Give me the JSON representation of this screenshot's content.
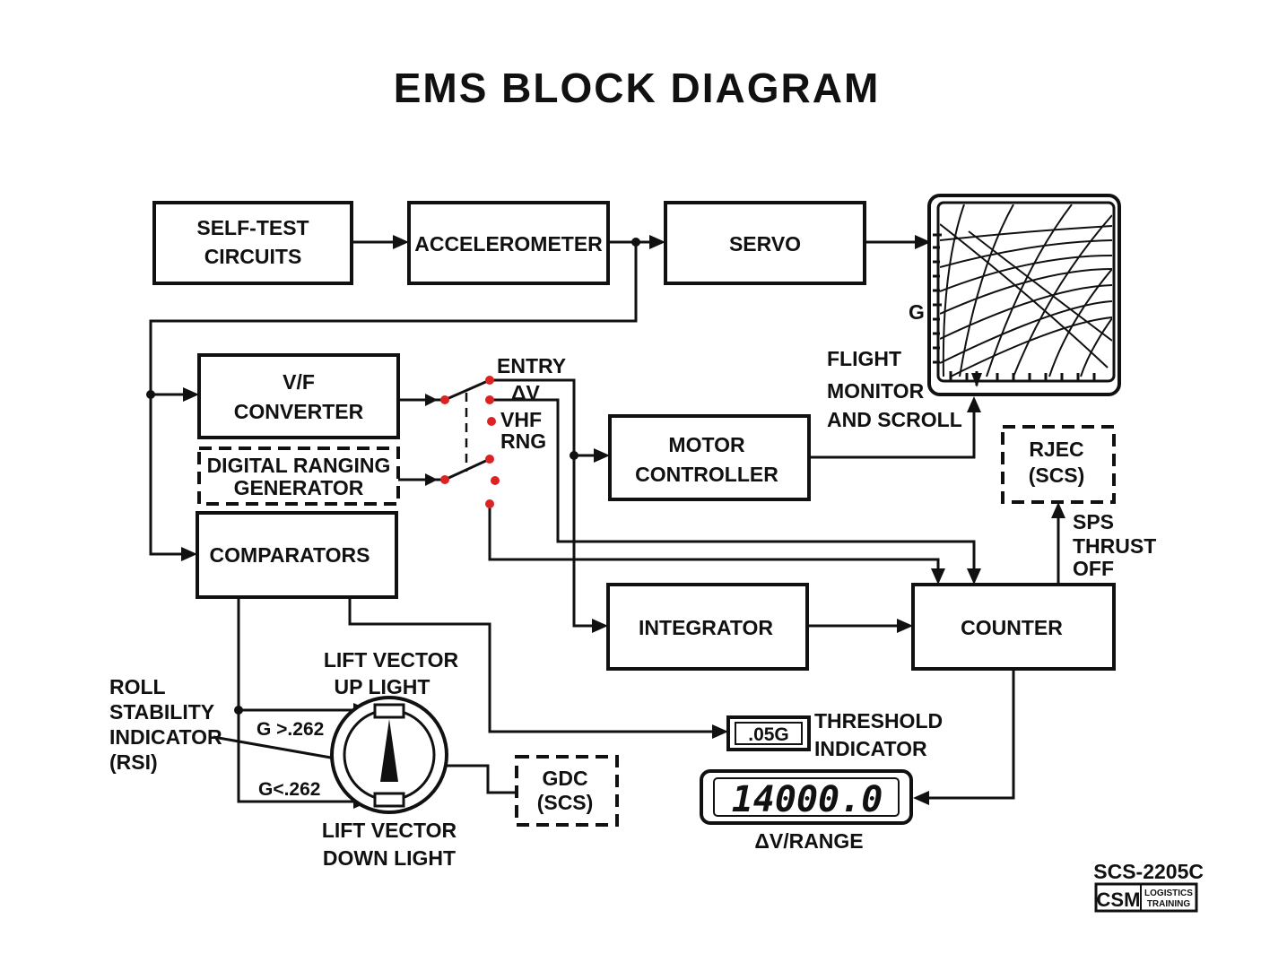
{
  "title": "EMS BLOCK DIAGRAM",
  "blocks": {
    "self_test": [
      "SELF-TEST",
      "CIRCUITS"
    ],
    "accelerometer": "ACCELEROMETER",
    "servo": "SERVO",
    "vf_converter": [
      "V/F",
      "CONVERTER"
    ],
    "digital_ranging": [
      "DIGITAL RANGING",
      "GENERATOR"
    ],
    "comparators": "COMPARATORS",
    "motor_controller": [
      "MOTOR",
      "CONTROLLER"
    ],
    "integrator": "INTEGRATOR",
    "counter": "COUNTER",
    "rjec": [
      "RJEC",
      "(SCS)"
    ],
    "gdc": [
      "GDC",
      "(SCS)"
    ]
  },
  "labels": {
    "entry": "ENTRY",
    "delta_v": "ΔV",
    "vhf_rng": [
      "VHF",
      "RNG"
    ],
    "g": "G",
    "flight_monitor": [
      "FLIGHT",
      "MONITOR",
      "AND SCROLL"
    ],
    "sps_thrust_off": [
      "SPS",
      "THRUST",
      "OFF"
    ],
    "roll_stability": [
      "ROLL",
      "STABILITY",
      "INDICATOR",
      "(RSI)"
    ],
    "lift_up": [
      "LIFT VECTOR",
      "UP LIGHT"
    ],
    "lift_down": [
      "LIFT VECTOR",
      "DOWN LIGHT"
    ],
    "g_gt": "G >.262",
    "g_lt": "G<.262",
    "threshold_value": ".05G",
    "threshold": [
      "THRESHOLD",
      "INDICATOR"
    ],
    "display_value": "14000.0",
    "dv_range": "ΔV/RANGE",
    "doc_code": "SCS-2205C",
    "logo_csm": "CSM",
    "logo_text": [
      "LOGISTICS",
      "TRAINING"
    ]
  },
  "colors": {
    "ink": "#111111",
    "switch_contacts": "#dd2222"
  }
}
